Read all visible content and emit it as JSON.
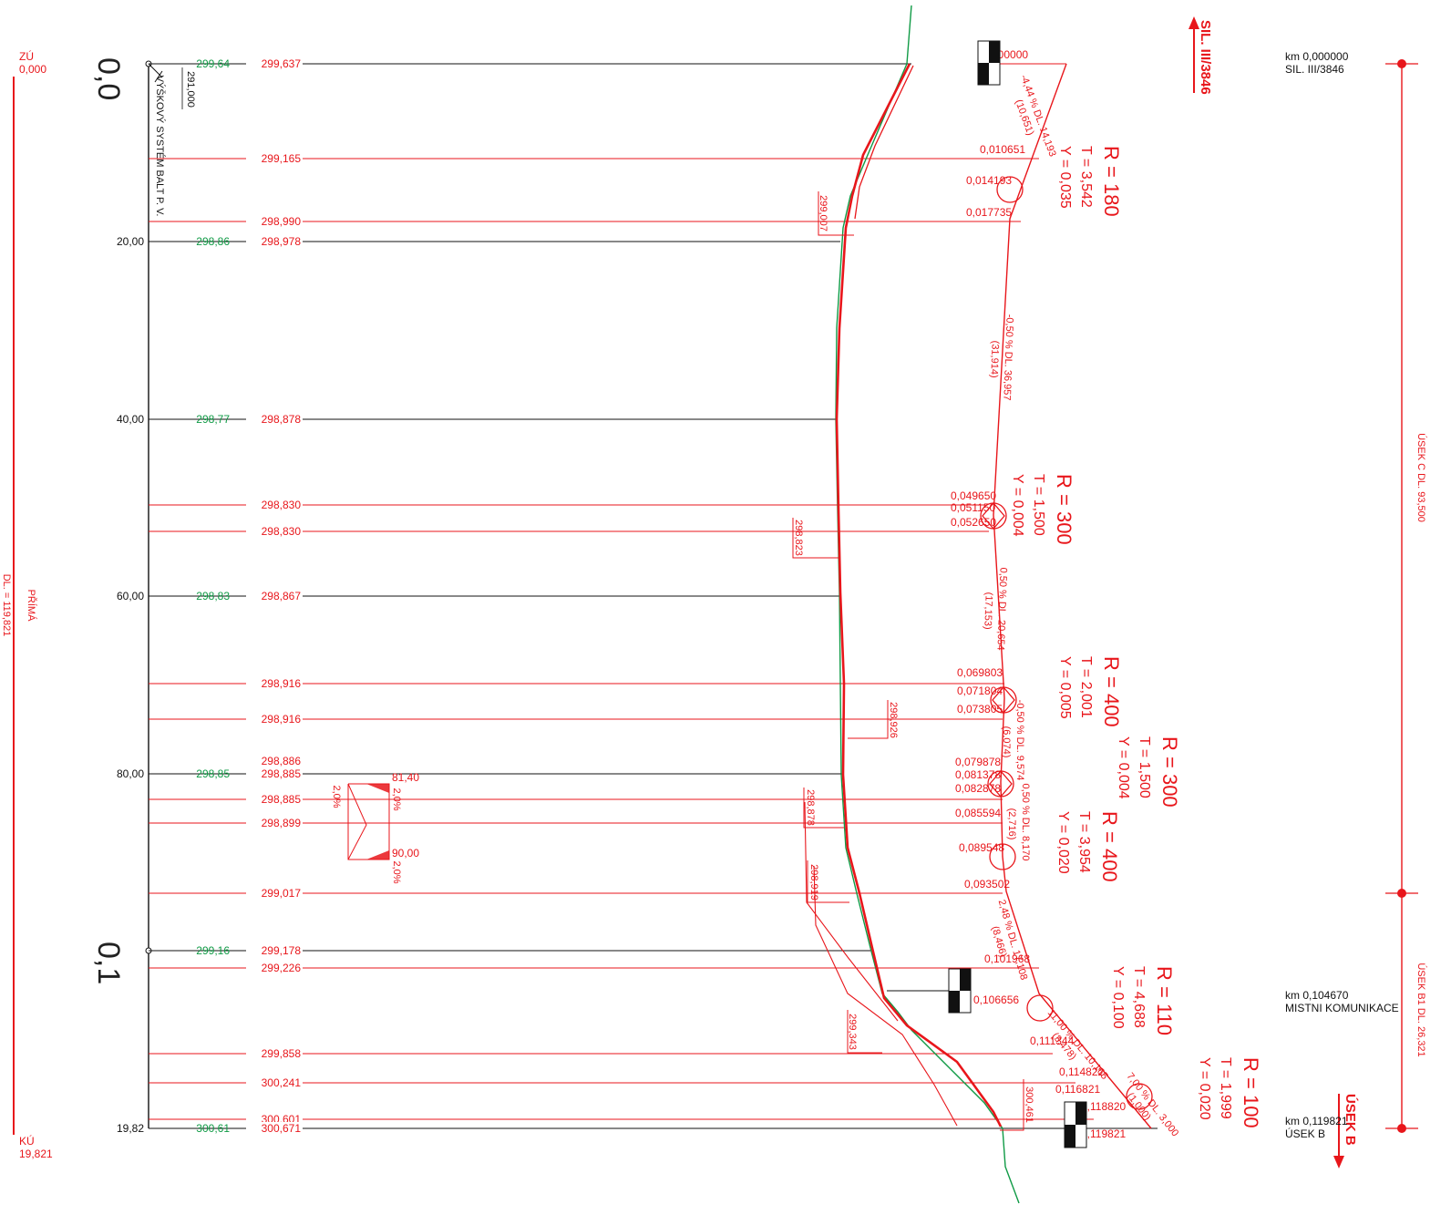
{
  "left_labels": {
    "zu": "ZÚ",
    "zu_value": "0,000",
    "ku": "KÚ",
    "ku_value": "19,821",
    "prima": "PŘÍMÁ",
    "prima_dl": "DL. = 119,821"
  },
  "km_marks": [
    "0,0",
    "0,1"
  ],
  "height_system": "VÝŠKOVÝ SYSTÉM BALT P. V.",
  "reference_level": "291,000",
  "stations": [
    {
      "label": "",
      "green": "299,64",
      "red": "299,637",
      "primary": true
    },
    {
      "label": "",
      "green": "",
      "red": "299,165"
    },
    {
      "label": "",
      "green": "",
      "red": "298,990"
    },
    {
      "label": "20,00",
      "green": "298,86",
      "red": "298,978",
      "primary": true
    },
    {
      "label": "40,00",
      "green": "298,77",
      "red": "298,878",
      "primary": true
    },
    {
      "label": "",
      "green": "",
      "red": "298,830"
    },
    {
      "label": "",
      "green": "",
      "red": "298,830"
    },
    {
      "label": "60,00",
      "green": "298,83",
      "red": "298,867",
      "primary": true
    },
    {
      "label": "",
      "green": "",
      "red": "298,916"
    },
    {
      "label": "",
      "green": "",
      "red": "298,916"
    },
    {
      "label": "80,00",
      "green": "298,85",
      "red": "298,885",
      "primary": true,
      "extra": "298,886"
    },
    {
      "label": "",
      "green": "",
      "red": "298,885"
    },
    {
      "label": "",
      "green": "",
      "red": "298,899"
    },
    {
      "label": "",
      "green": "",
      "red": "299,017"
    },
    {
      "label": "",
      "green": "299,16",
      "red": "299,178",
      "primary": true
    },
    {
      "label": "",
      "green": "",
      "red": "299,226"
    },
    {
      "label": "",
      "green": "",
      "red": "299,858"
    },
    {
      "label": "",
      "green": "",
      "red": "300,241"
    },
    {
      "label": "",
      "green": "",
      "red": "300,601"
    },
    {
      "label": "19,82",
      "green": "300,61",
      "red": "300,671",
      "primary": true
    }
  ],
  "chainages": [
    "0,000000",
    "0,010651",
    "0,014193",
    "0,017735",
    "0,049650",
    "0,051150",
    "0,052650",
    "0,069803",
    "0,071804",
    "0,073805",
    "0,079878",
    "0,081378",
    "0,082878",
    "0,085594",
    "0,089548",
    "0,093502",
    "0,101968",
    "0,106656",
    "0,111344",
    "0,114822",
    "0,116821",
    "0,118820",
    "0,119821"
  ],
  "vertex_elevations": [
    "299,007",
    "298,823",
    "298,926",
    "298,878",
    "298,919",
    "299,343",
    "300,461"
  ],
  "gradients": [
    {
      "grade": "-4,44 % DL. 14,193",
      "sub": "(10,651)"
    },
    {
      "grade": "-0,50 % DL. 36,957",
      "sub": "(31,914)"
    },
    {
      "grade": "0,50 % DL. 20,654",
      "sub": "(17,153)"
    },
    {
      "grade": "-0,50 % DL. 9,574",
      "sub": "(6,074)"
    },
    {
      "grade": "0,50 % DL. 8,170",
      "sub": "(2,716)"
    },
    {
      "grade": "2,48 % DL. 17,108",
      "sub": "(8,466)"
    },
    {
      "grade": "11,00 % DL. 10,165",
      "sub": "(3,478)"
    },
    {
      "grade": "7,00 % DL. 3,000",
      "sub": "(1,000)"
    }
  ],
  "curves": [
    {
      "R": "R = 180",
      "T": "T = 3,542",
      "Y": "Y = 0,035"
    },
    {
      "R": "R = 300",
      "T": "T = 1,500",
      "Y": "Y = 0,004"
    },
    {
      "R": "R = 400",
      "T": "T = 2,001",
      "Y": "Y = 0,005"
    },
    {
      "R": "R = 300",
      "T": "T = 1,500",
      "Y": "Y = 0,004"
    },
    {
      "R": "R = 400",
      "T": "T = 3,954",
      "Y": "Y = 0,020"
    },
    {
      "R": "R = 110",
      "T": "T = 4,688",
      "Y": "Y = 0,100"
    },
    {
      "R": "R = 100",
      "T": "T = 1,999",
      "Y": "Y = 0,020"
    }
  ],
  "crossfall": {
    "stations": [
      "81,40",
      "90,00"
    ],
    "values": [
      "2,0%",
      "2,0%",
      "2,0%"
    ]
  },
  "road_labels": {
    "top": "SIL. III/3846",
    "bottom": "ÚSEK B"
  },
  "notes": [
    {
      "km": "km 0,000000",
      "name": "SIL. III/3846"
    },
    {
      "km": "km 0,104670",
      "name": "MISTNI KOMUNIKACE"
    },
    {
      "km": "km 0,119821",
      "name": "ÚSEK B"
    }
  ],
  "segments": [
    "ÚSEK C DL. 93,500",
    "ÚSEK B1 DL. 26,321"
  ],
  "colors": {
    "red": "#e8161b",
    "green": "#0f9a45",
    "black": "#111111"
  }
}
